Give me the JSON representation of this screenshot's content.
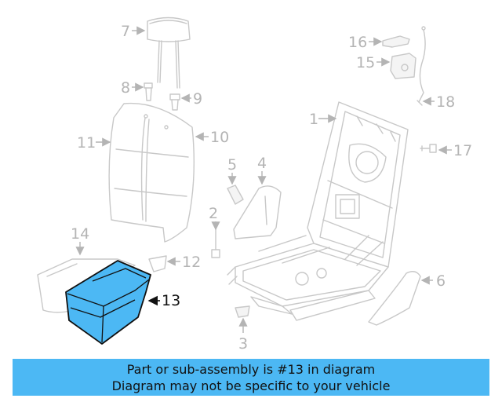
{
  "callouts": {
    "c1": "1",
    "c2": "2",
    "c3": "3",
    "c4": "4",
    "c5": "5",
    "c6": "6",
    "c7": "7",
    "c8": "8",
    "c9": "9",
    "c10": "10",
    "c11": "11",
    "c12": "12",
    "c13": "13",
    "c14": "14",
    "c15": "15",
    "c16": "16",
    "c17": "17",
    "c18": "18"
  },
  "highlighted_part": "13",
  "colors": {
    "highlight": "#4cb8f4",
    "ghost": "#c8c8c8",
    "label": "#b4b4b4",
    "banner": "#4cb8f4"
  },
  "banner": {
    "line1": "Part or sub-assembly is #13 in diagram",
    "line2": "Diagram may not be specific to your vehicle"
  }
}
